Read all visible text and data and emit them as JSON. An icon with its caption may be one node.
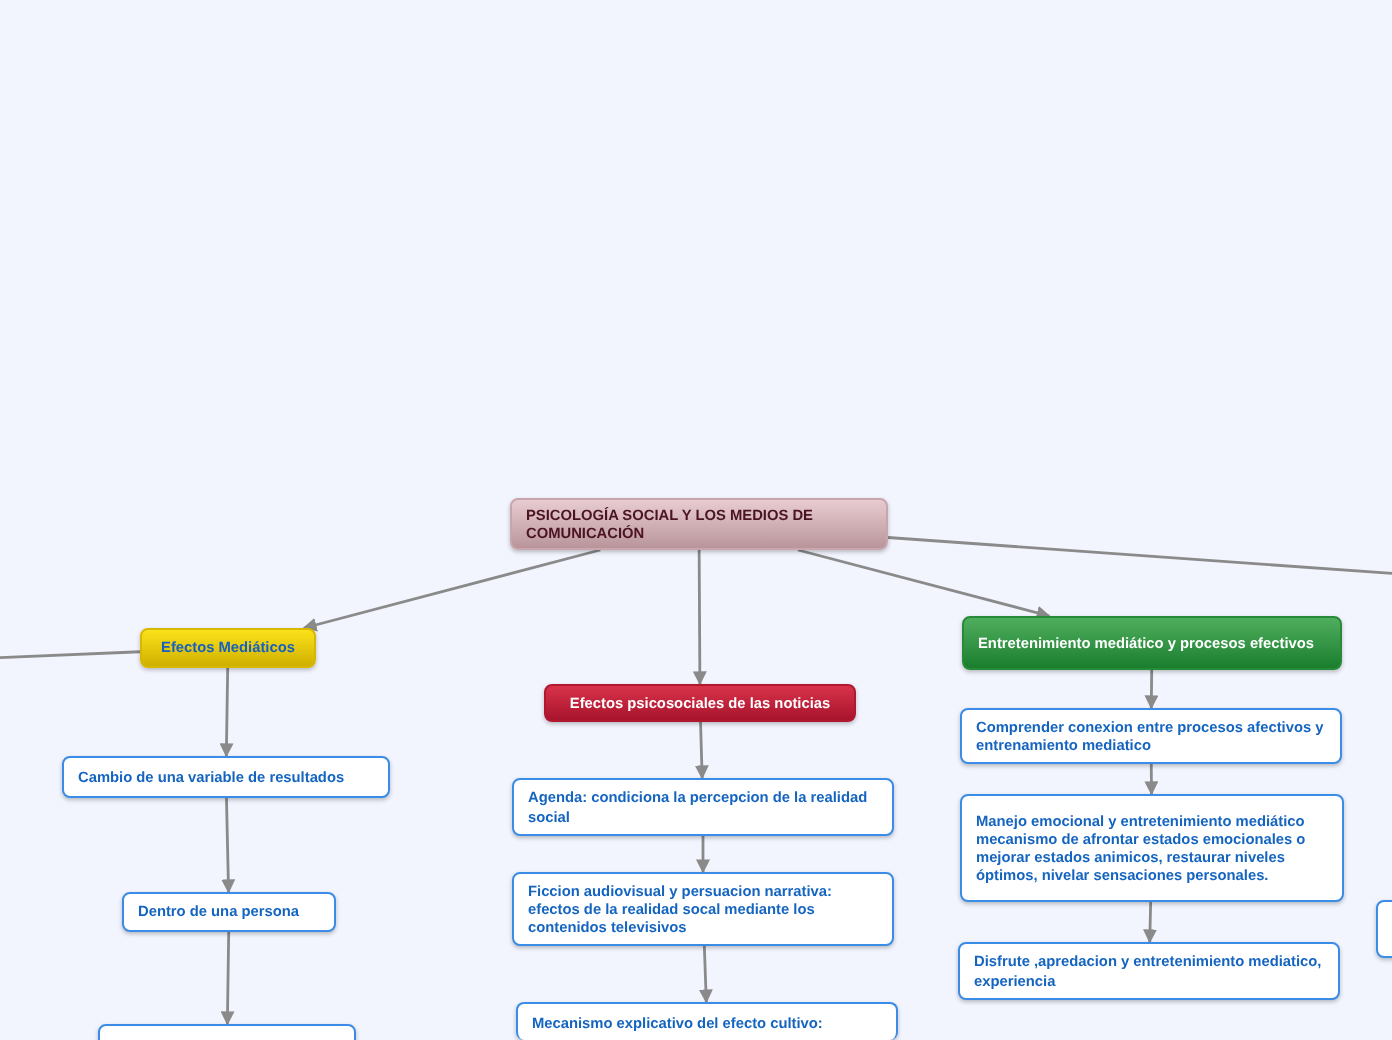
{
  "diagram": {
    "nodes": [
      {
        "text": [
          "PSICOLOGÍA SOCIAL Y LOS MEDIOS DE COMUNICACIÓN"
        ]
      },
      {
        "text": [
          "Efectos Mediáticos"
        ]
      },
      {
        "text": [
          "Cambio de una variable de resultados"
        ]
      },
      {
        "text": [
          "Dentro de una persona"
        ]
      },
      {
        "text": [],
        "shape": "box"
      },
      {
        "text": [
          "Efectos psicosociales de las noticias"
        ]
      },
      {
        "text": [
          "Agenda: condiciona la percepcion de la realidad social"
        ]
      },
      {
        "text": [
          "Ficcion audiovisual y persuacion narrativa: efectos de la realidad socal mediante los contenidos televisivos"
        ]
      },
      {
        "text": [
          "Mecanismo explicativo del efecto cultivo:"
        ]
      },
      {
        "text": [
          "Entretenimiento mediático y procesos efectivos"
        ]
      },
      {
        "text": [
          "Comprender conexion entre procesos afectivos y entrenamiento mediatico"
        ]
      },
      {
        "text": [
          "Manejo emocional y entretenimiento mediático mecanismo de afrontar estados emocionales o mejorar estados animicos, restaurar niveles óptimos, nivelar sensaciones personales."
        ]
      },
      {
        "text": [
          "Disfrute ,apredacion y entretenimiento mediatico, experiencia"
        ]
      },
      {
        "text": [],
        "shape": "box"
      }
    ],
    "edges": [
      {
        "from": 0,
        "to": 1,
        "arrow": "to"
      },
      {
        "from": 0,
        "to": 5,
        "arrow": "to"
      },
      {
        "from": 0,
        "to": 9,
        "arrow": "to"
      },
      {
        "from": 0,
        "to": null,
        "arrow": "none"
      },
      {
        "from": 1,
        "to": null,
        "arrow": "none"
      },
      {
        "from": 1,
        "to": 2,
        "arrow": "to"
      },
      {
        "from": 2,
        "to": 3,
        "arrow": "to"
      },
      {
        "from": 3,
        "to": 4,
        "arrow": "to"
      },
      {
        "from": 5,
        "to": 6,
        "arrow": "to"
      },
      {
        "from": 6,
        "to": 7,
        "arrow": "to"
      },
      {
        "from": 7,
        "to": 8,
        "arrow": "to"
      },
      {
        "from": 9,
        "to": 10,
        "arrow": "to"
      },
      {
        "from": 10,
        "to": 11,
        "arrow": "to"
      },
      {
        "from": 11,
        "to": 12,
        "arrow": "to"
      }
    ]
  }
}
